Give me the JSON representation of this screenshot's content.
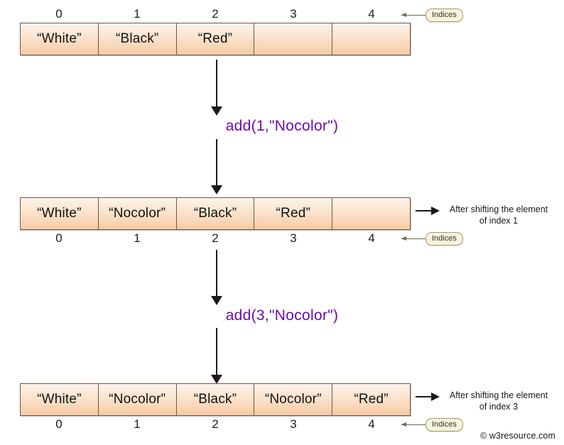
{
  "diagram": {
    "indices_label": "Indices",
    "watermark": "© w3resource.com",
    "indices": [
      "0",
      "1",
      "2",
      "3",
      "4"
    ],
    "stages": [
      {
        "name": "initial-array",
        "cells": [
          "“White”",
          "“Black”",
          "“Red”",
          "",
          ""
        ],
        "indices_position": "above",
        "annotation_line1": "",
        "annotation_line2": ""
      },
      {
        "name": "after-add-index-1",
        "cells": [
          "“White”",
          "“Nocolor”",
          "“Black”",
          "“Red”",
          ""
        ],
        "indices_position": "below",
        "annotation_line1": "After shifting the element",
        "annotation_line2": "of index 1"
      },
      {
        "name": "after-add-index-3",
        "cells": [
          "“White”",
          "“Nocolor”",
          "“Black”",
          "“Nocolor”",
          "“Red”"
        ],
        "indices_position": "below",
        "annotation_line1": "After shifting the element",
        "annotation_line2": "of index 3"
      }
    ],
    "operations": [
      {
        "name": "add-1-nocolor",
        "label": "add(1,\"Nocolor\")"
      },
      {
        "name": "add-3-nocolor",
        "label": "add(3,\"Nocolor\")"
      }
    ],
    "colors": {
      "cell_fill_top": "#fdf3ea",
      "cell_fill_bottom": "#f7cba4",
      "cell_border": "#6d5a4e",
      "operation_text": "#6a0dad",
      "callout_fill": "#f7f4dc",
      "callout_border": "#a39a63",
      "arrow": "#1a1a1a"
    }
  }
}
